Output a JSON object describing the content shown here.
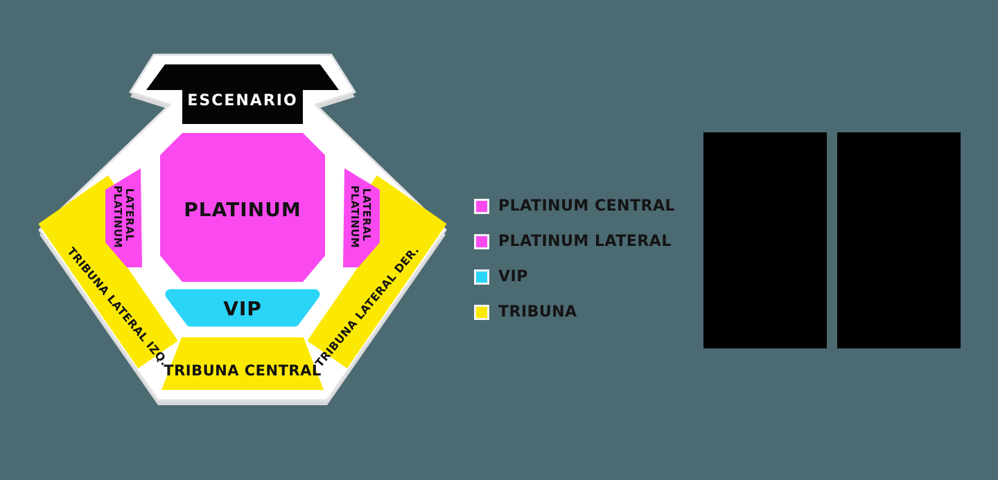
{
  "page": {
    "background": "#4C6A72"
  },
  "venue_map": {
    "plate_color": "#FFFFFF",
    "plate_edge_color": "#E2E2E5",
    "plate_shadow_color": "#D7D8DA",
    "stage": {
      "label": "ESCENARIO",
      "color": "#050505",
      "text_color": "#FFFFFF"
    },
    "sections": {
      "platinum_central": {
        "label": "PLATINUM",
        "color": "#FA4AEF"
      },
      "platinum_lateral_left": {
        "word_platinum": "PLATINUM",
        "word_lateral": "LATERAL",
        "color": "#FA4AEF"
      },
      "platinum_lateral_right": {
        "word_platinum": "PLATINUM",
        "word_lateral": "LATERAL",
        "color": "#FA4AEF"
      },
      "vip": {
        "label": "VIP",
        "color": "#2BD5F8"
      },
      "tribuna_central": {
        "label": "TRIBUNA CENTRAL",
        "color": "#FCE903"
      },
      "tribuna_lateral_izq": {
        "label": "TRIBUNA LATERAL IZQ.",
        "color": "#FCE903"
      },
      "tribuna_lateral_der": {
        "label": "TRIBUNA LATERAL DER.",
        "color": "#FCE903"
      }
    }
  },
  "legend": {
    "items": [
      {
        "label": "PLATINUM CENTRAL",
        "color": "#FA4AEF"
      },
      {
        "label": "PLATINUM LATERAL",
        "color": "#FA4AEF"
      },
      {
        "label": "VIP",
        "color": "#2BD5F8"
      },
      {
        "label": "TRIBUNA",
        "color": "#FCE903"
      }
    ]
  },
  "price_panels": {
    "left": {
      "background": "#000000"
    },
    "right": {
      "background": "#000000"
    }
  }
}
